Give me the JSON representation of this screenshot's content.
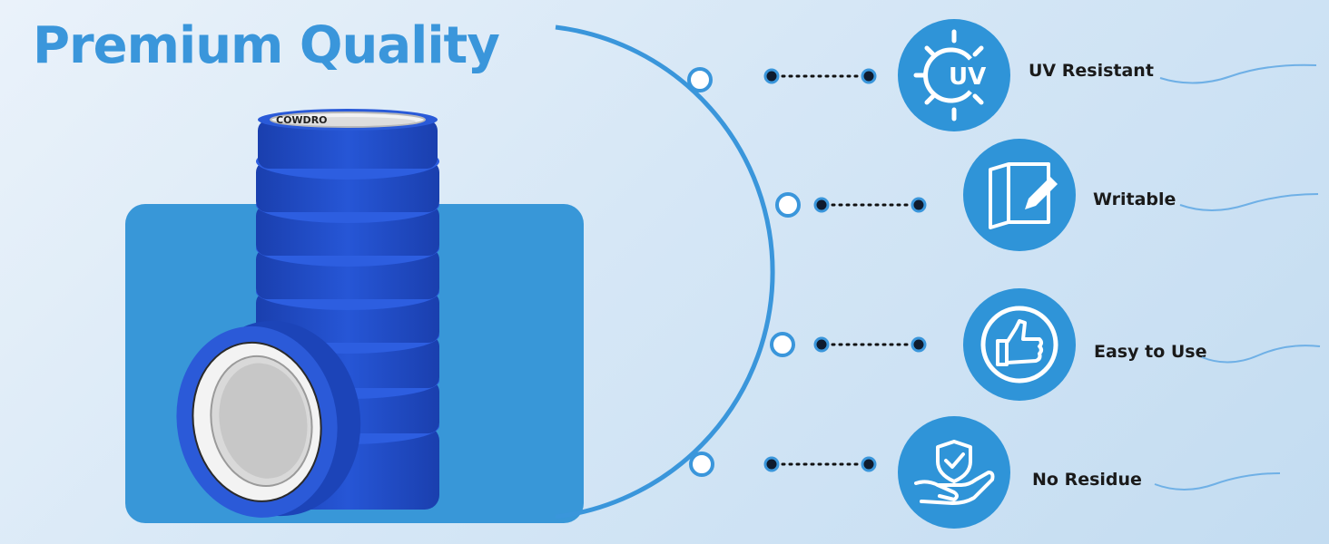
{
  "headline": "Premium Quality",
  "brand": "COWDRO",
  "features": [
    {
      "label": "UV Resistant",
      "icon": "uv-sun-icon",
      "icon_text": "UV"
    },
    {
      "label": "Writable",
      "icon": "notebook-pencil-icon"
    },
    {
      "label": "Easy to Use",
      "icon": "thumbs-up-icon"
    },
    {
      "label": "No Residue",
      "icon": "hand-shield-check-icon"
    }
  ],
  "colors": {
    "accent": "#3a96db",
    "panel": "#3897d8",
    "tape": "#1f4fc4",
    "icon_bg": "#2f94d8"
  }
}
